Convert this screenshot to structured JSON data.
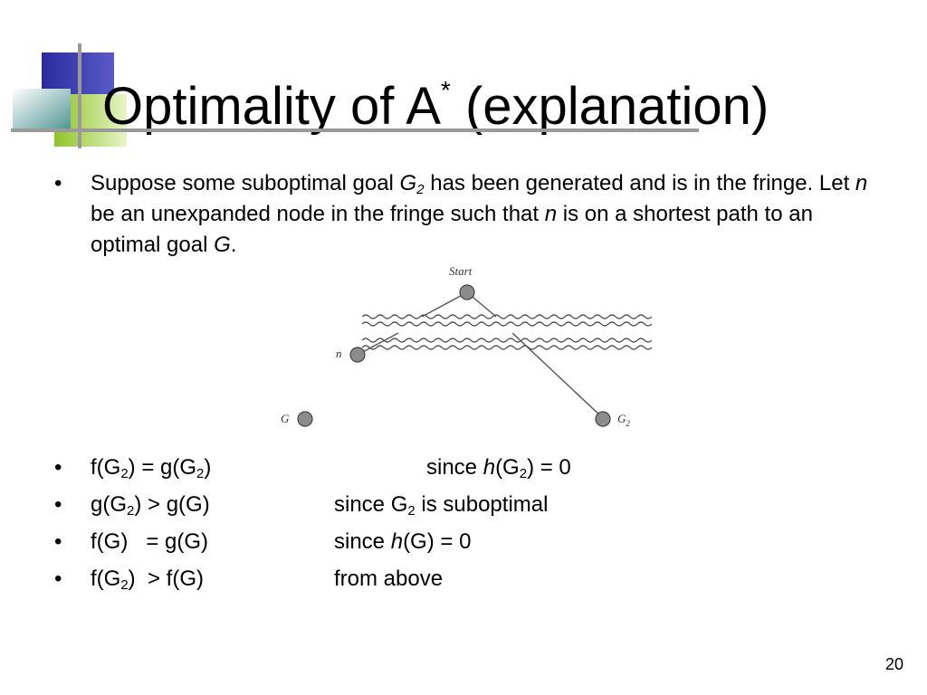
{
  "title": {
    "main": "Optimality of A",
    "sup": "*",
    "rest": " (explanation)"
  },
  "bullet": "•",
  "intro": {
    "t1": "Suppose some suboptimal goal ",
    "G": "G",
    "sub2": "2",
    "t2": " has been generated and is in the fringe. Let ",
    "n1": "n",
    "t3": " be an unexpanded node in the fringe such that ",
    "n2": "n",
    "t4": " is on a shortest path to an optimal goal ",
    "G_opt": "G",
    "period": "."
  },
  "diagram": {
    "start_label": "Start",
    "n_label": "n",
    "G_label": "G",
    "G2_label": "G",
    "G2_sub": "2"
  },
  "lines": [
    {
      "lhs": {
        "a": "f(G",
        "sub": "2",
        "b": ")  = g(G",
        "sub2": "2",
        "c": ")"
      },
      "rhs": {
        "a": "since ",
        "h": "h",
        "b": "(G",
        "sub": "2",
        "c": ") = 0"
      }
    },
    {
      "lhs": {
        "a": "g(G",
        "sub": "2",
        "b": ") > g(G)"
      },
      "rhs": {
        "a": "since G",
        "sub": "2",
        "b": " is suboptimal"
      }
    },
    {
      "lhs": {
        "a": "f(G)   = g(G)"
      },
      "rhs": {
        "a": "since ",
        "h": "h",
        "b": "(G) = 0"
      }
    },
    {
      "lhs": {
        "a": "f(G",
        "sub": "2",
        "b": ")  > f(G)"
      },
      "rhs": {
        "a": "from above"
      }
    }
  ],
  "page_number": "20",
  "colors": {
    "deco_blue": "#3a3aa8",
    "deco_teal": "#6fa8a8",
    "deco_green": "#99cc33",
    "rule": "#9a9a9a",
    "node": "#8c8c8c"
  }
}
